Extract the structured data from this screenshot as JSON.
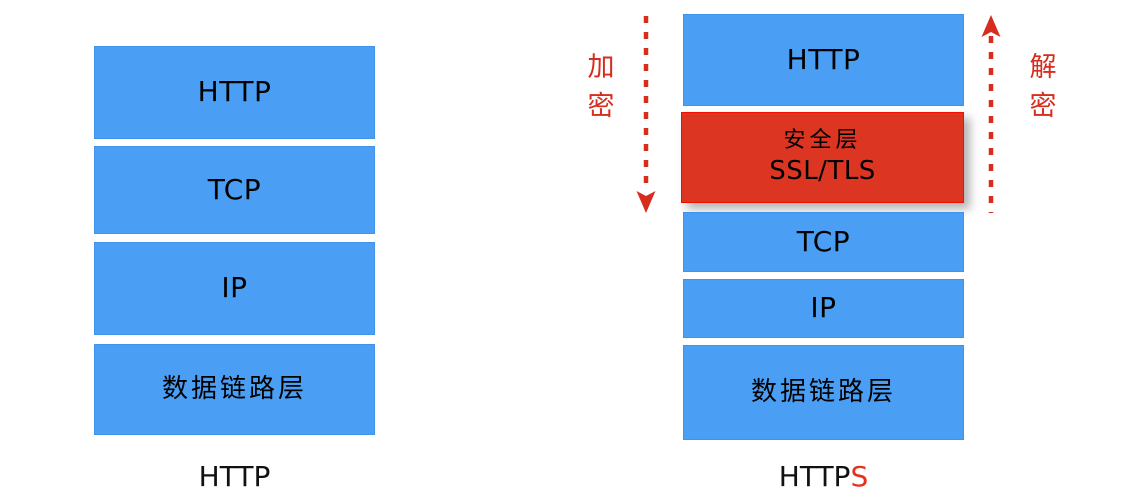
{
  "diagram": {
    "title_semantic": "http-vs-https-protocol-stack",
    "colors": {
      "layer_blue": "#4a9ff5",
      "layer_blue_border": "#3f93e8",
      "security_red": "#dc3522",
      "security_red_border": "#f11000",
      "annotation_red": "#d62d1e",
      "accent_s_red": "#e8301c",
      "text_black": "#000000",
      "background": "#ffffff"
    },
    "left_stack": {
      "caption": "HTTP",
      "layers": [
        {
          "label": "HTTP",
          "kind": "blue",
          "script": "latin"
        },
        {
          "label": "TCP",
          "kind": "blue",
          "script": "latin"
        },
        {
          "label": "IP",
          "kind": "blue",
          "script": "latin"
        },
        {
          "label": "数据链路层",
          "kind": "blue",
          "script": "cjk"
        }
      ]
    },
    "right_stack": {
      "caption_main": "HTTP",
      "caption_accent": "S",
      "caption_full": "HTTPS",
      "layers": [
        {
          "label": "HTTP",
          "kind": "blue",
          "script": "latin"
        },
        {
          "label_cjk": "安全层",
          "label_latin": "SSL/TLS",
          "kind": "red",
          "script": "mixed"
        },
        {
          "label": "TCP",
          "kind": "blue",
          "script": "latin"
        },
        {
          "label": "IP",
          "kind": "blue",
          "script": "latin"
        },
        {
          "label": "数据链路层",
          "kind": "blue",
          "script": "cjk"
        }
      ]
    },
    "annotations": {
      "left": {
        "text": "加密",
        "direction": "down",
        "arrow_style": "dashed"
      },
      "right": {
        "text": "解密",
        "direction": "up",
        "arrow_style": "dashed"
      }
    }
  }
}
